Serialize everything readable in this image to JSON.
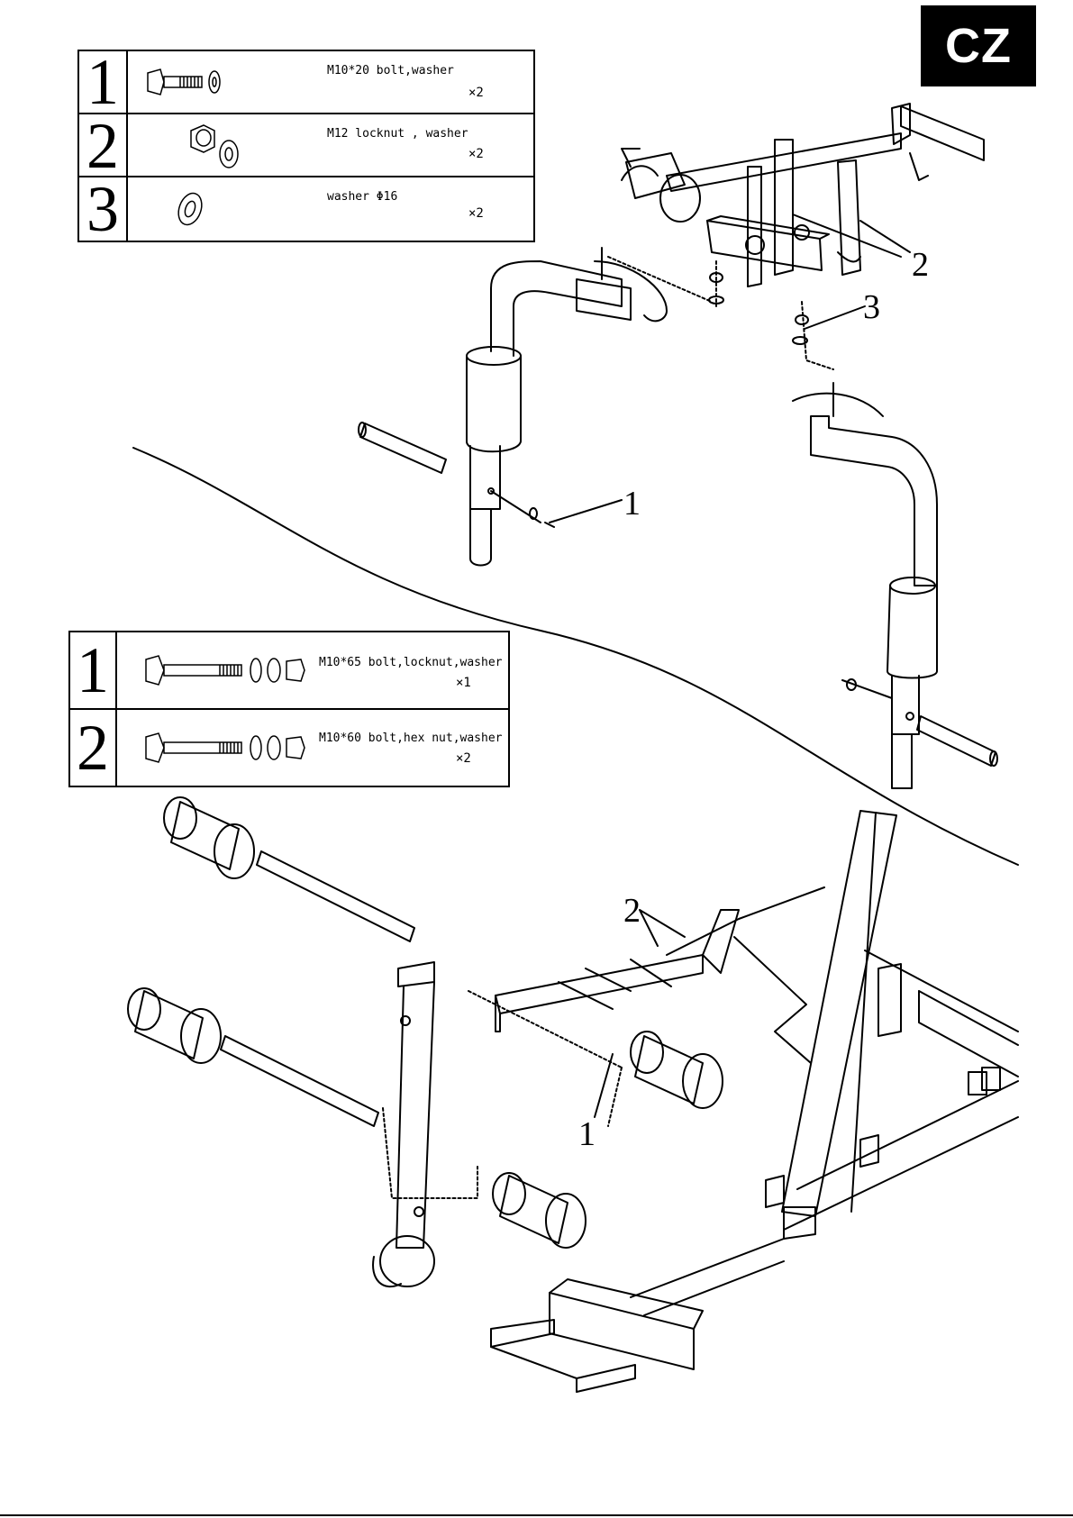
{
  "badge": "CZ",
  "table_top": {
    "rows": [
      {
        "num": "1",
        "desc": "M10*20 bolt,washer",
        "qty": "×2",
        "icon": "bolt-washer-icon"
      },
      {
        "num": "2",
        "desc": "M12   locknut , washer",
        "qty": "×2",
        "icon": "locknut-washer-icon"
      },
      {
        "num": "3",
        "desc": "washer Φ16",
        "qty": "×2",
        "icon": "washer-icon"
      }
    ]
  },
  "table_bottom": {
    "rows": [
      {
        "num": "1",
        "desc": "M10*65 bolt,locknut,washer",
        "qty": "×1",
        "icon": "long-bolt-locknut-washer-icon"
      },
      {
        "num": "2",
        "desc": "M10*60 bolt,hex nut,washer",
        "qty": "×2",
        "icon": "long-bolt-hexnut-washer-icon"
      }
    ]
  },
  "callouts": {
    "c2_top": "2",
    "c3_top": "3",
    "c1_mid": "1",
    "c2_low": "2",
    "c1_low": "1"
  }
}
